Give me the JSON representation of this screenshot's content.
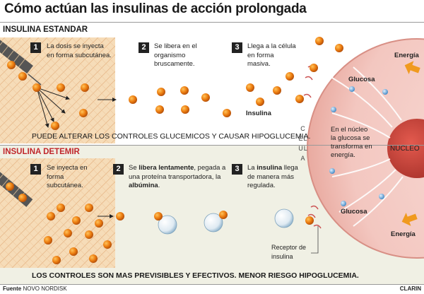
{
  "title": "Cómo actúan las insulinas de acción prolongada",
  "standard": {
    "label": "INSULINA ESTANDAR",
    "steps": [
      {
        "num": "1",
        "text": "La dosis se inyecta en forma subcutánea."
      },
      {
        "num": "2",
        "text": "Se libera en el organismo bruscamente."
      },
      {
        "num": "3",
        "text": "Llega a la célula en forma masiva."
      }
    ],
    "insulin_label": "Insulina",
    "caption": "PUEDE ALTERAR LOS CONTROLES GLUCEMICOS Y CAUSAR HIPOGLUCEMIA."
  },
  "detemir": {
    "label": "INSULINA DETEMIR",
    "steps": [
      {
        "num": "1",
        "text": "Se inyecta en forma subcutánea."
      },
      {
        "num": "2",
        "text_pre": "Se ",
        "text_bold1": "libera lentamente",
        "text_mid": ", pegada a una proteína transportadora, la ",
        "text_bold2": "albúmina",
        "text_post": "."
      },
      {
        "num": "3",
        "text_pre": "La ",
        "text_bold1": "insulina",
        "text_post": " llega de manera más regulada."
      }
    ],
    "receptor_label": "Receptor de insulina",
    "caption": "LOS CONTROLES SON MAS PREVISIBLES Y EFECTIVOS. MENOR RIESGO HIPOGLUCEMIA."
  },
  "cell": {
    "celula_label": "CELULA",
    "nucleo_label": "NUCLEO",
    "glucosa_top": "Glucosa",
    "glucosa_bottom": "Glucosa",
    "energia_top": "Energía",
    "energia_bottom": "Energía",
    "nucleus_text": "En el núcleo la glucosa se transforma en energía."
  },
  "footer": {
    "source_label": "Fuente",
    "source": "NOVO NORDISK",
    "credit": "CLARIN"
  },
  "colors": {
    "accent_red": "#c0262b",
    "insulin_orange": "#e8780f",
    "skin": "#f6dcb8",
    "cell_pink": "#f3c7c0",
    "nucleus": "#c7443c"
  }
}
